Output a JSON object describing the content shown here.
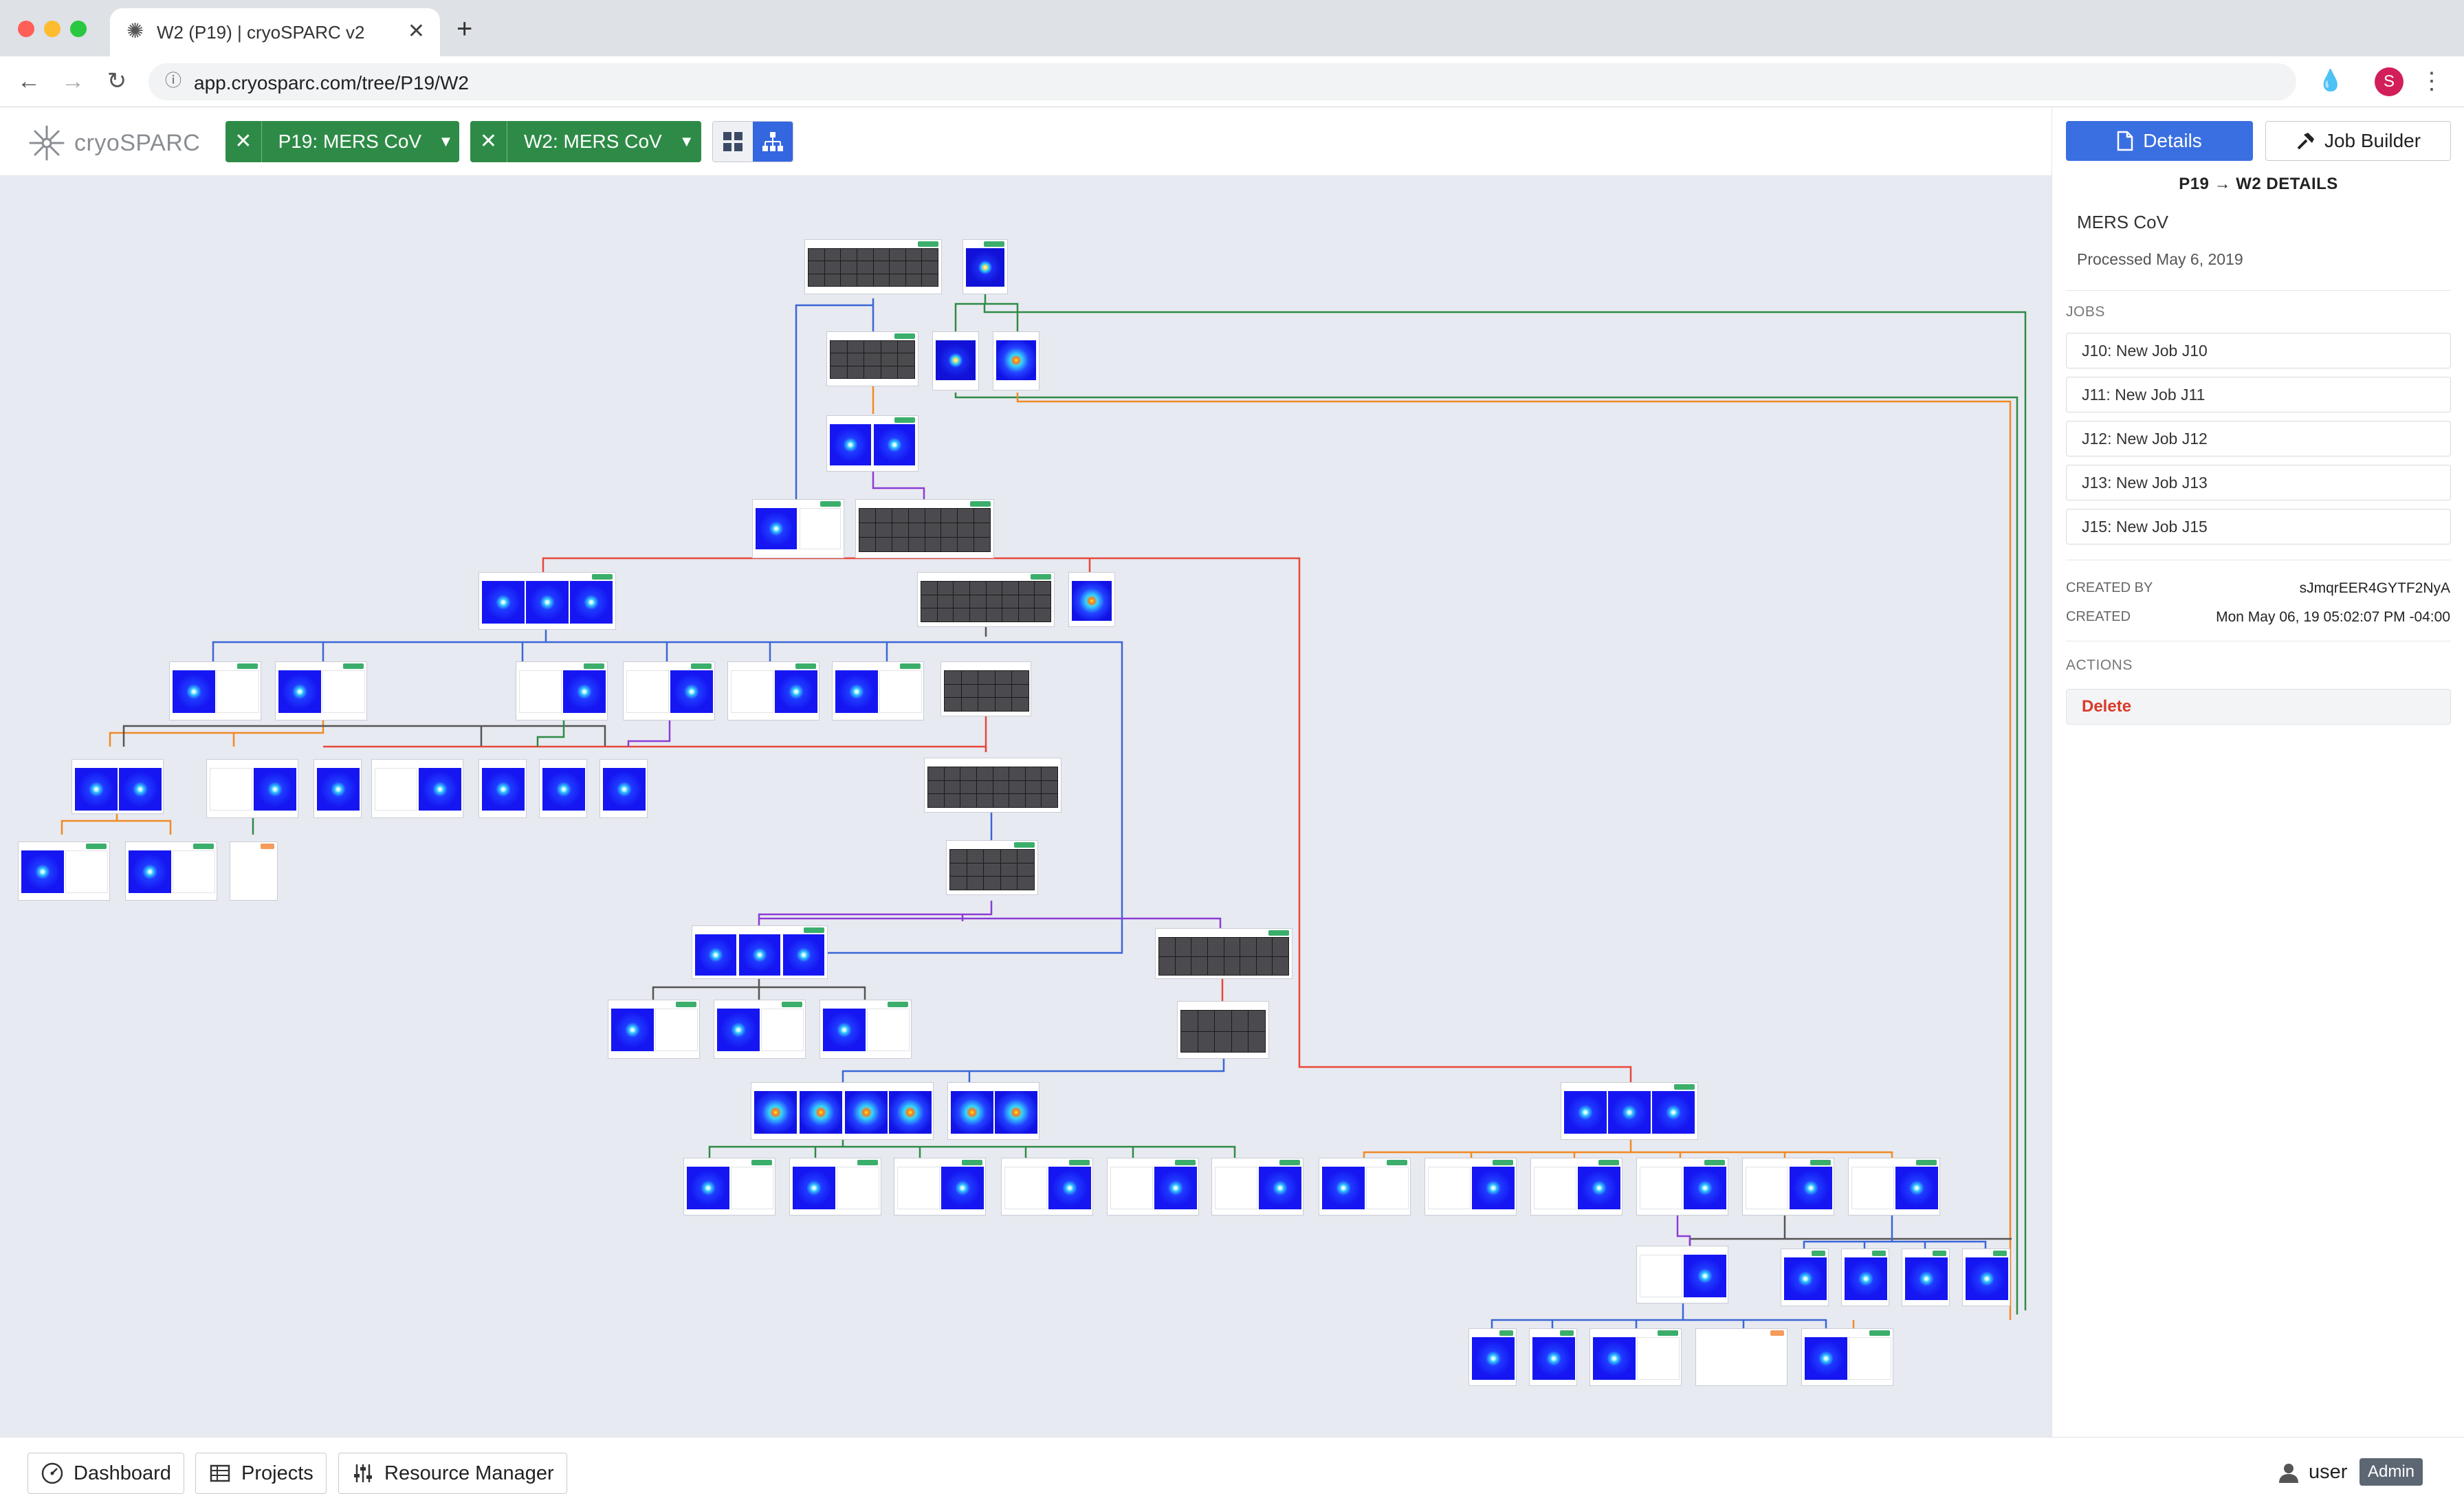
{
  "browser": {
    "tab_title": "W2 (P19) | cryoSPARC v2",
    "url": "app.cryosparc.com/tree/P19/W2",
    "profile_initial": "S"
  },
  "header": {
    "logo_text": "cryoSPARC",
    "project_crumb": "P19: MERS CoV",
    "workspace_crumb": "W2: MERS CoV",
    "accent_color": "#2e8b47"
  },
  "panel": {
    "details_label": "Details",
    "job_builder_label": "Job Builder",
    "title": "P19 → W2 DETAILS",
    "workspace_name": "MERS CoV",
    "processed": "Processed May 6, 2019",
    "jobs_label": "JOBS",
    "jobs": [
      "J10: New Job J10",
      "J11: New Job J11",
      "J12: New Job J12",
      "J13: New Job J13",
      "J15: New Job J15"
    ],
    "created_by_label": "CREATED BY",
    "created_by": "sJmqrEER4GYTF2NyA",
    "created_label": "CREATED",
    "created": "Mon May 06, 19 05:02:07 PM -04:00",
    "actions_label": "ACTIONS",
    "delete_label": "Delete"
  },
  "footer": {
    "dashboard": "Dashboard",
    "projects": "Projects",
    "resource_manager": "Resource Manager",
    "user": "user",
    "role": "Admin"
  }
}
